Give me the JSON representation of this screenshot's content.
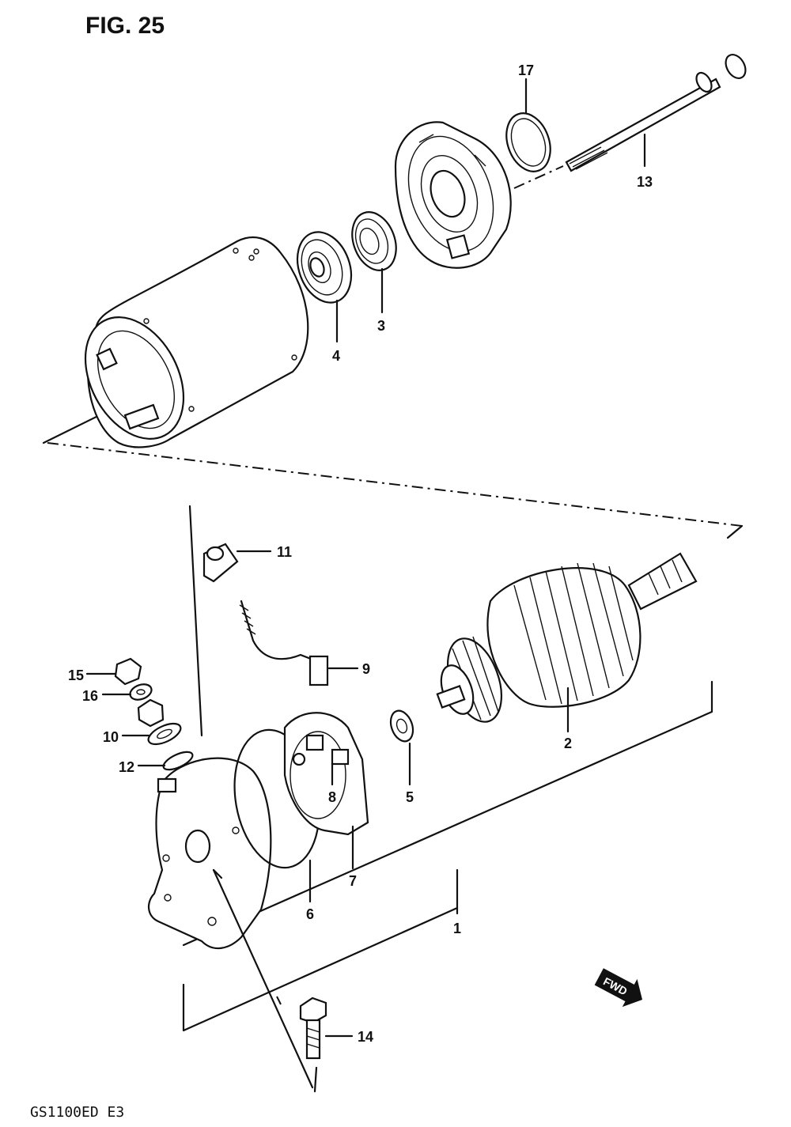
{
  "figure": {
    "title": "FIG. 25",
    "model_code": "GS1100ED E3",
    "fwd_label": "FWD"
  },
  "callouts": [
    {
      "id": "c17",
      "label": "17"
    },
    {
      "id": "c13",
      "label": "13"
    },
    {
      "id": "c3",
      "label": "3"
    },
    {
      "id": "c4",
      "label": "4"
    },
    {
      "id": "c11",
      "label": "11"
    },
    {
      "id": "c9",
      "label": "9"
    },
    {
      "id": "c15",
      "label": "15"
    },
    {
      "id": "c16",
      "label": "16"
    },
    {
      "id": "c10",
      "label": "10"
    },
    {
      "id": "c12",
      "label": "12"
    },
    {
      "id": "c2",
      "label": "2"
    },
    {
      "id": "c5",
      "label": "5"
    },
    {
      "id": "c8",
      "label": "8"
    },
    {
      "id": "c7",
      "label": "7"
    },
    {
      "id": "c6",
      "label": "6"
    },
    {
      "id": "c1",
      "label": "1"
    },
    {
      "id": "c14",
      "label": "14"
    }
  ],
  "parts": [
    {
      "number": "1",
      "name": "starter-motor-assembly"
    },
    {
      "number": "2",
      "name": "armature"
    },
    {
      "number": "3",
      "name": "oil-seal"
    },
    {
      "number": "4",
      "name": "bearing"
    },
    {
      "number": "5",
      "name": "washer"
    },
    {
      "number": "6",
      "name": "o-ring"
    },
    {
      "number": "7",
      "name": "brush-holder"
    },
    {
      "number": "8",
      "name": "brush"
    },
    {
      "number": "9",
      "name": "brush-lead"
    },
    {
      "number": "10",
      "name": "washer"
    },
    {
      "number": "11",
      "name": "insulator"
    },
    {
      "number": "12",
      "name": "o-ring"
    },
    {
      "number": "13",
      "name": "through-bolt"
    },
    {
      "number": "14",
      "name": "bolt"
    },
    {
      "number": "15",
      "name": "nut"
    },
    {
      "number": "16",
      "name": "lock-washer"
    },
    {
      "number": "17",
      "name": "o-ring"
    }
  ]
}
